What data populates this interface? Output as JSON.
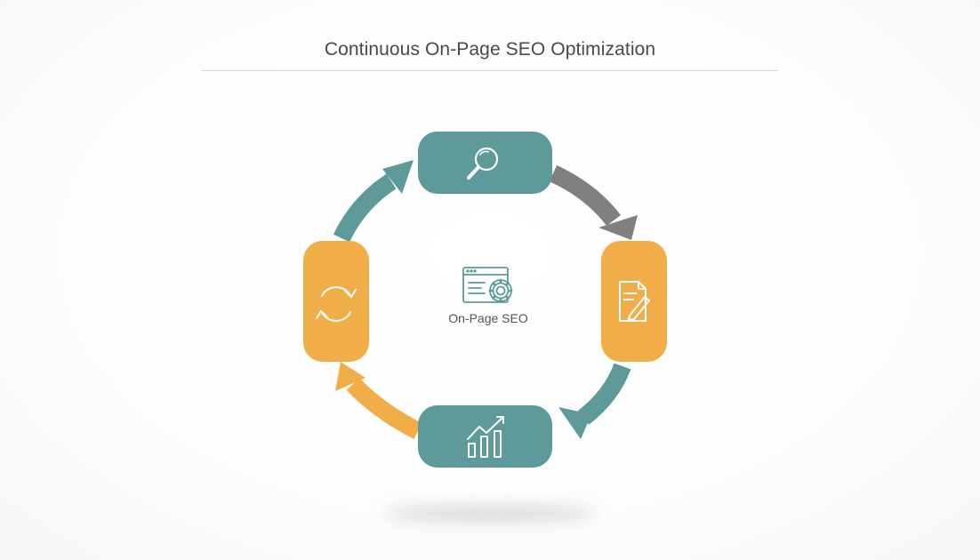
{
  "title": "Continuous On-Page SEO Optimization",
  "center": {
    "label": "On-Page SEO",
    "icon": "browser-settings-icon"
  },
  "steps": [
    {
      "position": "top",
      "icon": "magnifier-icon",
      "color": "#5e9a9a"
    },
    {
      "position": "right",
      "icon": "document-edit-icon",
      "color": "#f0ad48"
    },
    {
      "position": "bottom",
      "icon": "growth-chart-icon",
      "color": "#5e9a9a"
    },
    {
      "position": "left",
      "icon": "refresh-cycle-icon",
      "color": "#f0ad48"
    }
  ],
  "colors": {
    "teal": "#5e9a9a",
    "orange": "#f0ad48",
    "gray_arrow": "#808080",
    "title_text": "#4a4a4a"
  }
}
